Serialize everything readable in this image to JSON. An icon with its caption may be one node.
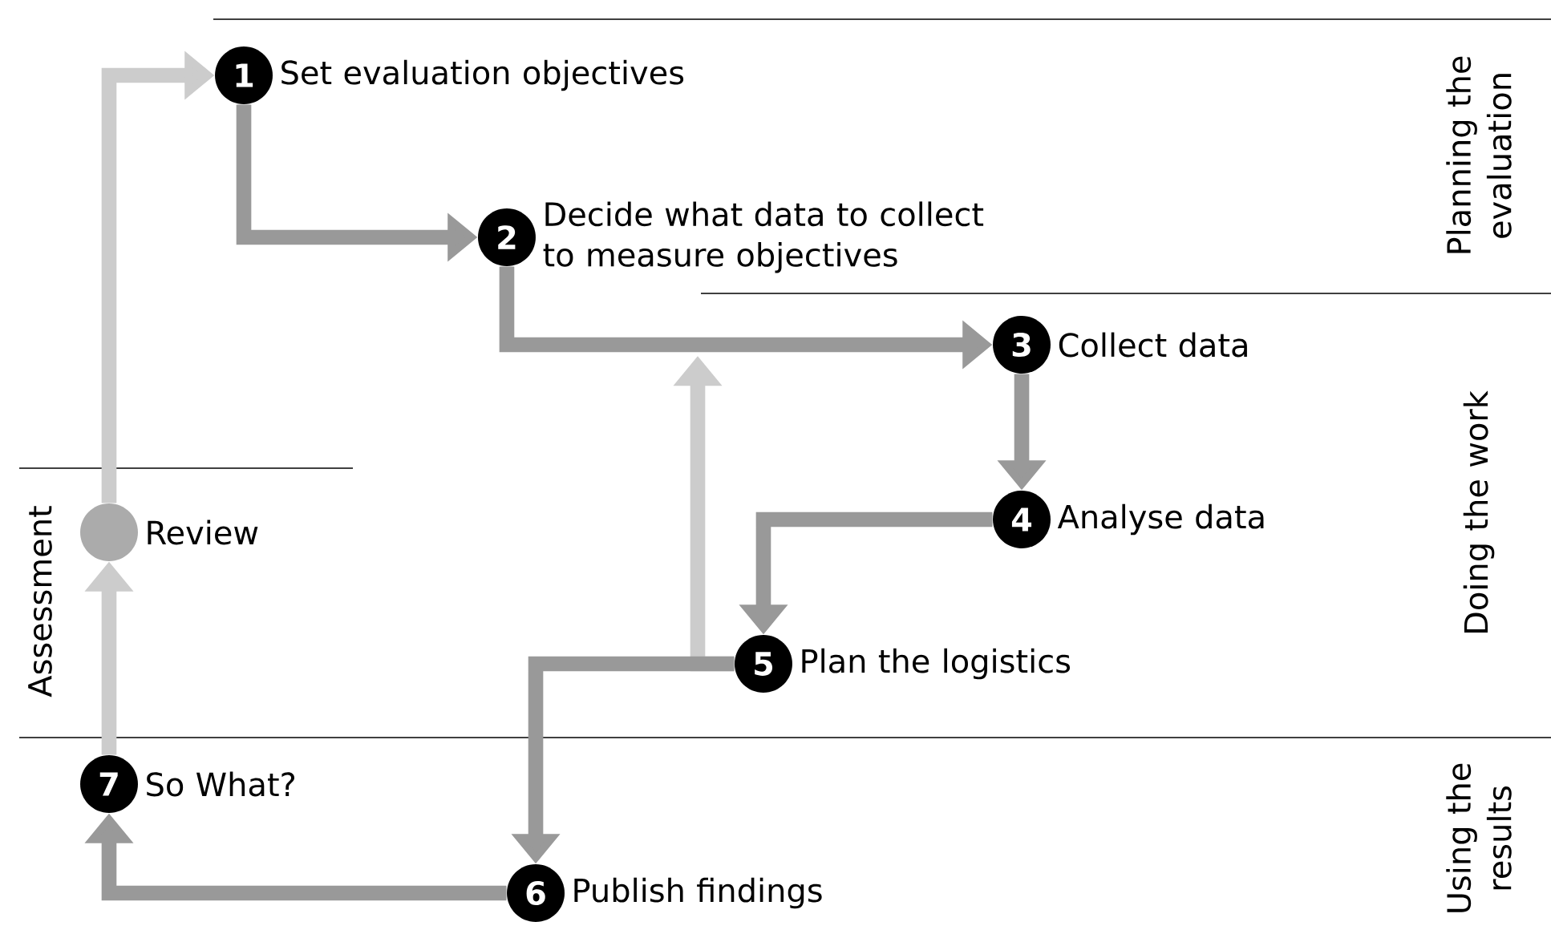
{
  "diagram": {
    "nodes": [
      {
        "text": [
          "1"
        ],
        "beside": [
          "Set evaluation objectives"
        ]
      },
      {
        "text": [
          "2"
        ],
        "beside": [
          "Decide what data to collect to measure objectives"
        ]
      },
      {
        "text": [
          "3"
        ],
        "beside": [
          "Collect data"
        ]
      },
      {
        "text": [
          "4"
        ],
        "beside": [
          "Analyse data"
        ]
      },
      {
        "text": [
          "5"
        ],
        "beside": [
          "Plan the logistics"
        ]
      },
      {
        "text": [
          "6"
        ],
        "beside": [
          "Publish findings"
        ]
      },
      {
        "text": [
          "7"
        ],
        "beside": [
          "So What?"
        ]
      },
      {
        "text": [],
        "shape": "circle",
        "beside": [
          "Review"
        ]
      }
    ],
    "edges": [
      {
        "from": 4,
        "to": null,
        "arrow": "to",
        "color": "#cccccc"
      },
      {
        "from": 0,
        "to": 1,
        "arrow": "to"
      },
      {
        "from": 1,
        "to": 2,
        "arrow": "to"
      },
      {
        "from": 2,
        "to": 3,
        "arrow": "to"
      },
      {
        "from": 3,
        "to": 4,
        "arrow": "to"
      },
      {
        "from": 4,
        "to": 5,
        "arrow": "to"
      },
      {
        "from": 5,
        "to": 6,
        "arrow": "to"
      },
      {
        "from": 6,
        "to": 7,
        "arrow": "to",
        "color": "#cccccc"
      },
      {
        "from": 7,
        "to": 0,
        "arrow": "to",
        "color": "#cccccc"
      }
    ],
    "labels": [
      "Planning the evaluation",
      "Doing the work",
      "Using the results",
      "Assessment"
    ]
  }
}
